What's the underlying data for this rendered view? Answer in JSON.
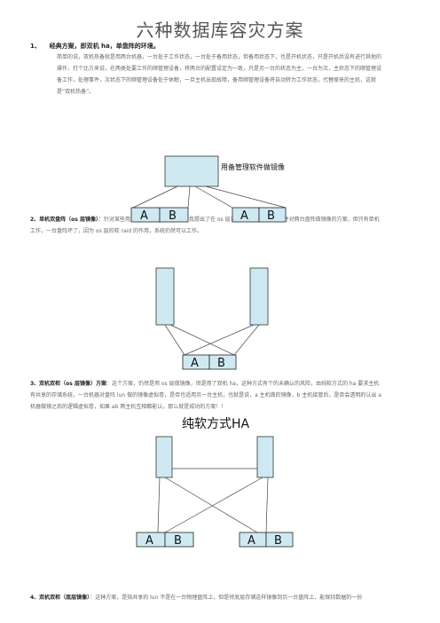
{
  "doc": {
    "title": "六种数据库容灾方案",
    "s1": {
      "num": "1、",
      "heading": "经典方案，即双机 ha，单盘阵的环境。",
      "body": "简单的说，双机热备就是用两台机器，一台处于工作状态，一台处于备用状态，但备用状态下，也是开机状态，只是开机后没有进行其他的操作，打个比方来说，在两类处要工作的顺管理设备，将两台的配置设定为一致，只是另一台的状态为主，一台为次，主状态下的顺管理设备工作，处理事件，次状态下的顺管理设备处于休眠，一旦主机出现故障，备用顺管理设备将自动转为工作状态，代替原来的主机，这就是“双机热备”。"
    },
    "s2": {
      "heading": "2、单机双盘阵（os 层镜像）",
      "body": "：针对某些用户的双盘阵冗余的需求，我提出了在 os 层安装卷管理软件，用软件对两台盘阵做镜像的方案，但只有单机工作，一台盘阵坏了，因为 os 层的软 raid 的作用，系统仍然可以工作。"
    },
    "s3": {
      "heading": "3、双机双柜（os 层镜像）方案",
      "body": "：这个方案，仍然是用 os 层做镜像，但是用了双机 ha，这种方式有个的未确认的风险，由纯软方式的 ha 要求主机有共享的存储系统，一台机器对盘阵 lun 做的镜像虚拟卷，是否也适用另一台主机，也就是说，a 主机做的镜像，b 主机接管后，是否会透明的认出 a 机器做镜之后的逻辑虚拟卷，如果 ab 两主机互相都能认，那么就是成功的方案！！"
    },
    "s4": {
      "heading": "4、双机双柜（底层镜像）",
      "body": "：这种方案，是指共享的 lun 不是在一台物理盘阵上，但是将底层存储这样镜像到另一台盘阵上，能保持数据的一份"
    },
    "fig1": {
      "mgmt_label": "用备管理软件做镜像",
      "cells": [
        "A",
        "B",
        "A",
        "B"
      ]
    },
    "fig2": {
      "cells": [
        "A",
        "B"
      ]
    },
    "fig3": {
      "ha_label": "纯软方式HA",
      "cells": [
        "A",
        "B",
        "A",
        "B"
      ]
    }
  }
}
